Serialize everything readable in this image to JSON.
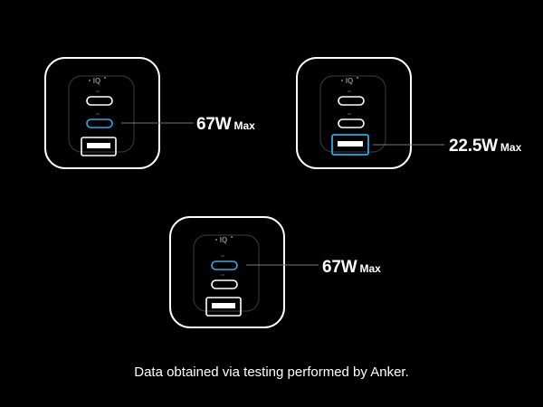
{
  "chargers": [
    {
      "iq_label": "IQ",
      "highlighted_port": "usb-c-2",
      "watt": "67W",
      "max_label": "Max"
    },
    {
      "iq_label": "IQ",
      "highlighted_port": "usb-a",
      "watt": "22.5W",
      "max_label": "Max"
    },
    {
      "iq_label": "IQ",
      "highlighted_port": "usb-c-1",
      "watt": "67W",
      "max_label": "Max"
    }
  ],
  "footer_text": "Data obtained via testing performed by Anker.",
  "colors": {
    "background": "#000000",
    "outline": "#ffffff",
    "highlight": "#2fa9e6"
  },
  "icons": [
    "charger-icon",
    "usb-c-port-icon",
    "usb-a-port-icon",
    "iq-logo-icon"
  ]
}
